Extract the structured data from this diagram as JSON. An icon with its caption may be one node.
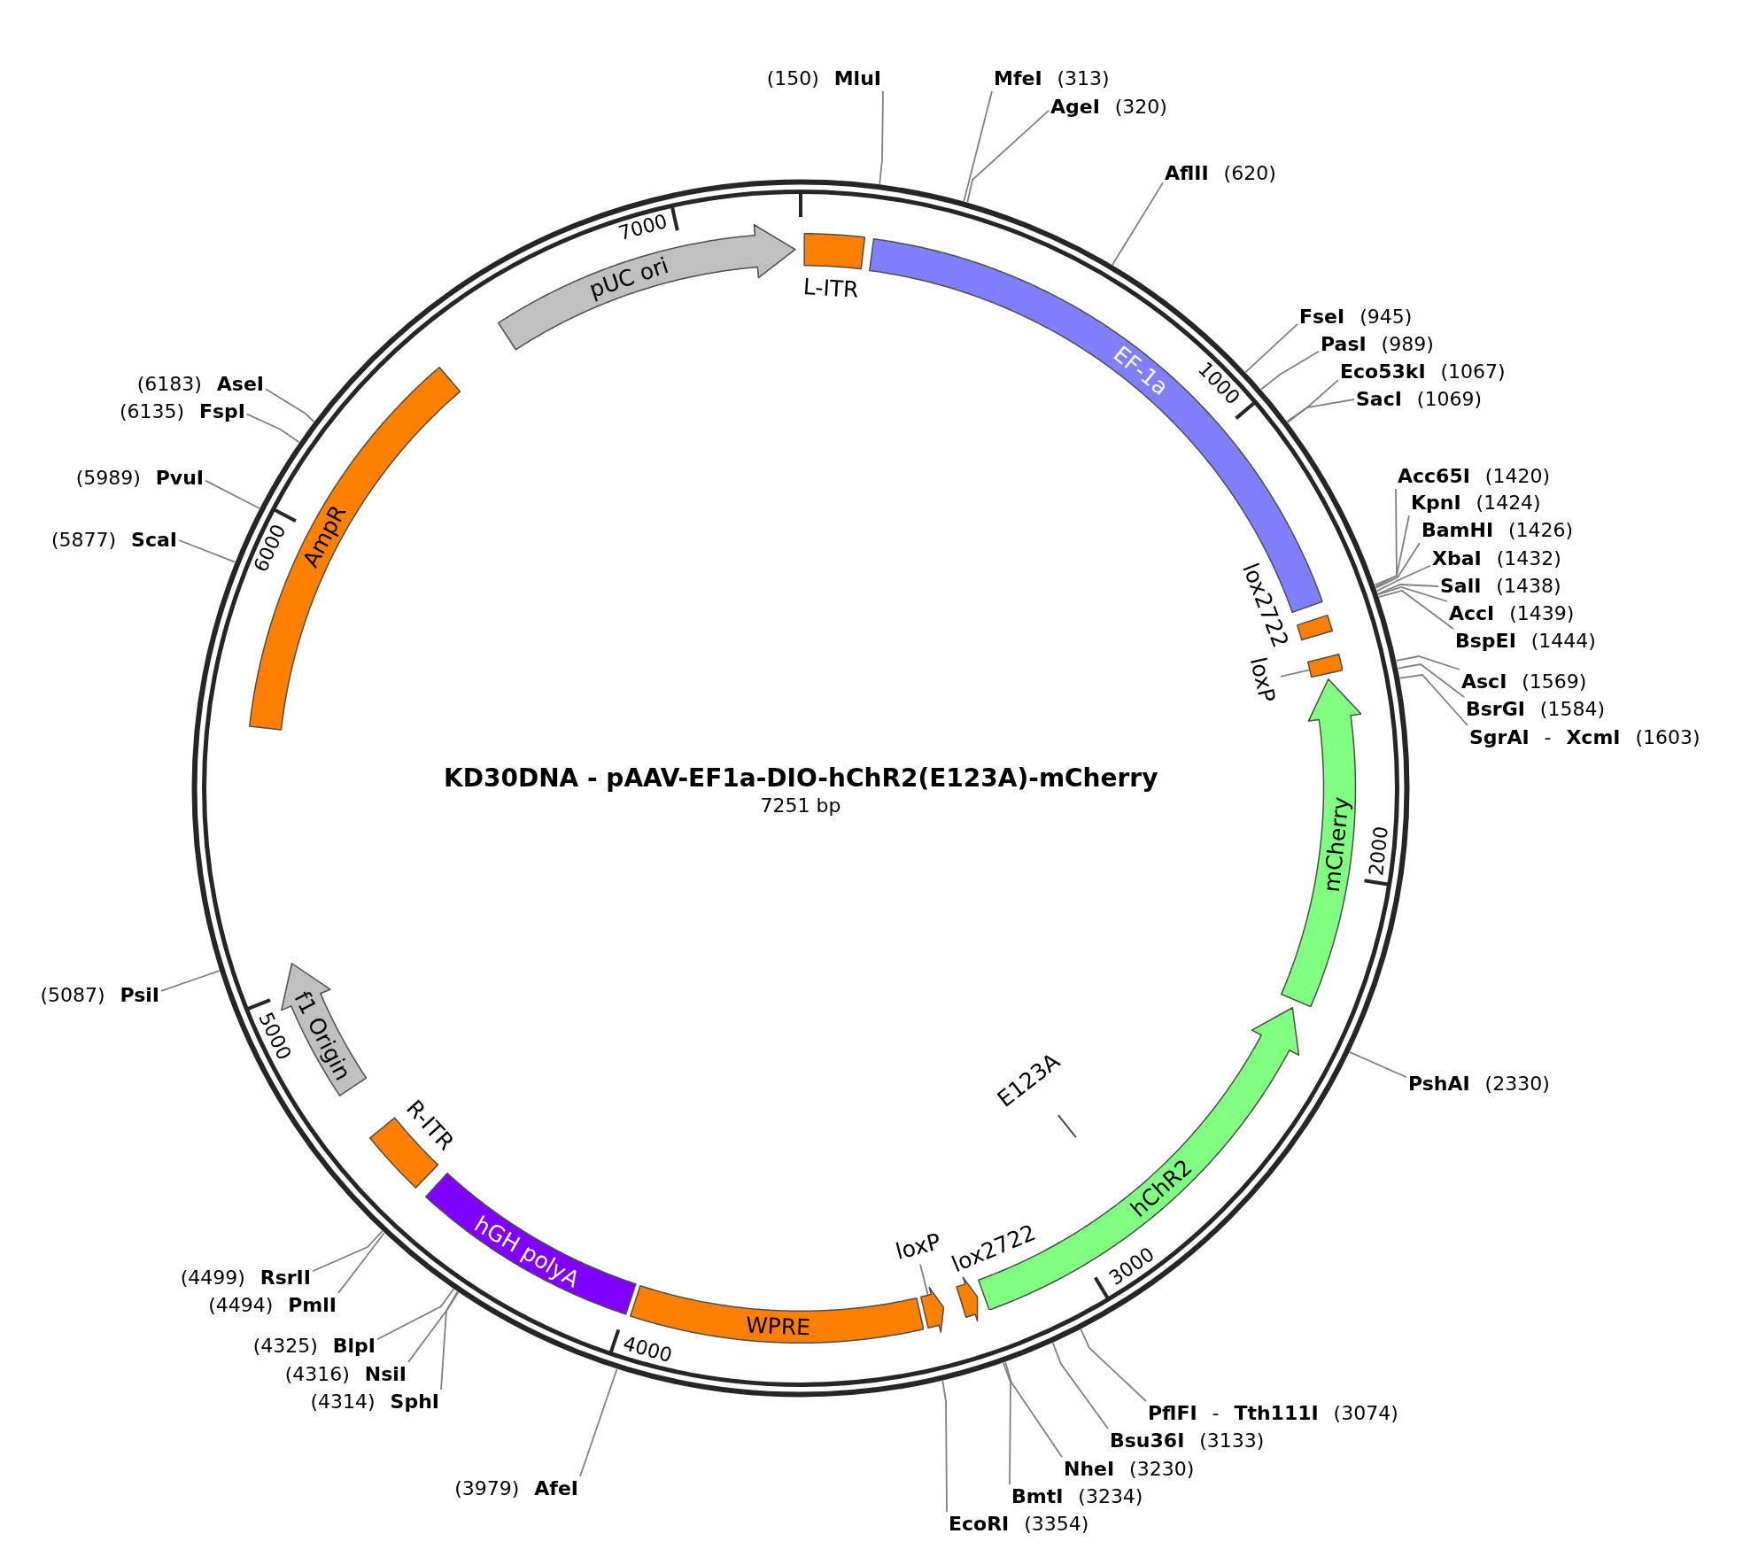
{
  "diagram": {
    "title": "KD30DNA - pAAV-EF1a-DIO-hChR2(E123A)-mCherry",
    "nodes": [
      {
        "text": [],
        "shape": "circle"
      },
      {
        "text": [
          "L-ITR"
        ],
        "in": 0
      },
      {
        "text": [
          "EF-1a"
        ],
        "in": 0
      },
      {
        "text": [
          "lox2722"
        ],
        "in": 0
      },
      {
        "text": [],
        "shape": "box",
        "in": 0
      },
      {
        "text": [
          "loxP"
        ],
        "in": 0
      },
      {
        "text": [
          "mCherry"
        ],
        "in": 0
      },
      {
        "text": [
          "hChR2"
        ],
        "in": 0
      },
      {
        "text": [
          "lox2722"
        ],
        "in": 0
      },
      {
        "text": [],
        "shape": "arrow",
        "in": 0
      },
      {
        "text": [
          "loxP"
        ],
        "in": 0
      },
      {
        "text": [
          "WPRE"
        ],
        "in": 0
      },
      {
        "text": [
          "hGH polyA"
        ],
        "in": 0
      },
      {
        "text": [
          "R-ITR"
        ],
        "in": 0
      },
      {
        "text": [
          "f1 Origin"
        ],
        "in": 0
      },
      {
        "text": [
          "AmpR"
        ],
        "in": 0
      },
      {
        "text": [
          "pUC ori"
        ],
        "in": 0
      },
      {
        "text": [
          "(150) **MluI**"
        ]
      },
      {
        "text": [
          "**MfeI** (313)"
        ]
      },
      {
        "text": [
          "**AgeI** (320)"
        ]
      },
      {
        "text": [
          "**AflII** (620)"
        ]
      },
      {
        "text": [
          "**FseI** (945)"
        ]
      },
      {
        "text": [
          "**PasI** (989)"
        ]
      },
      {
        "text": [
          "**Eco53kI** (1067)"
        ]
      },
      {
        "text": [
          "**SacI** (1069)"
        ]
      },
      {
        "text": [
          "**Acc65I** (1420)"
        ]
      },
      {
        "text": [
          "**KpnI** (1424)"
        ]
      },
      {
        "text": [
          "**BamHI** (1426)"
        ]
      },
      {
        "text": [
          "**XbaI** (1432)"
        ]
      },
      {
        "text": [
          "**SalI** (1438)"
        ]
      },
      {
        "text": [
          "**AccI** (1439)"
        ]
      },
      {
        "text": [
          "**BspEI** (1444)"
        ]
      },
      {
        "text": [
          "**AscI** (1569)"
        ]
      },
      {
        "text": [
          "**BsrGI** (1584)"
        ]
      },
      {
        "text": [
          "**SgrAI** - **XcmI** (1603)"
        ]
      },
      {
        "text": [
          "**PshAI** (2330)"
        ]
      },
      {
        "text": [
          "**PflFI** - **Tth111I** (3074)"
        ]
      },
      {
        "text": [
          "**Bsu36I** (3133)"
        ]
      },
      {
        "text": [
          "**NheI** (3230)"
        ]
      },
      {
        "text": [
          "**BmtI** (3234)"
        ]
      },
      {
        "text": [
          "**EcoRI** (3354)"
        ]
      },
      {
        "text": [
          "(3979) **AfeI**"
        ]
      },
      {
        "text": [
          "(4314) **SphI**"
        ]
      },
      {
        "text": [
          "(4316) **NsiI**"
        ]
      },
      {
        "text": [
          "(4325) **BlpI**"
        ]
      },
      {
        "text": [
          "(4494) **PmlI**"
        ]
      },
      {
        "text": [
          "(4499) **RsrII**"
        ]
      },
      {
        "text": [
          "(5087) **PsiI**"
        ]
      },
      {
        "text": [
          "(5877) **ScaI**"
        ]
      },
      {
        "text": [
          "(5989) **PvuI**"
        ]
      },
      {
        "text": [
          "(6135) **FspI**"
        ]
      },
      {
        "text": [
          "(6183) **AseI**"
        ]
      }
    ],
    "edges": [
      {
        "from": 17,
        "to": 0,
        "arrow": "none"
      },
      {
        "from": 18,
        "to": 0,
        "arrow": "none"
      },
      {
        "from": 19,
        "to": 0,
        "arrow": "none"
      },
      {
        "from": 20,
        "to": 0,
        "arrow": "none"
      },
      {
        "from": 21,
        "to": 0,
        "arrow": "none"
      },
      {
        "from": 22,
        "to": 0,
        "arrow": "none"
      },
      {
        "from": 23,
        "to": 0,
        "arrow": "none"
      },
      {
        "from": 24,
        "to": 0,
        "arrow": "none"
      },
      {
        "from": 25,
        "to": 0,
        "arrow": "none"
      },
      {
        "from": 26,
        "to": 0,
        "arrow": "none"
      },
      {
        "from": 27,
        "to": 0,
        "arrow": "none"
      },
      {
        "from": 28,
        "to": 0,
        "arrow": "none"
      },
      {
        "from": 29,
        "to": 0,
        "arrow": "none"
      },
      {
        "from": 30,
        "to": 0,
        "arrow": "none"
      },
      {
        "from": 31,
        "to": 0,
        "arrow": "none"
      },
      {
        "from": 32,
        "to": 0,
        "arrow": "none"
      },
      {
        "from": 33,
        "to": 0,
        "arrow": "none"
      },
      {
        "from": 34,
        "to": 0,
        "arrow": "none"
      },
      {
        "from": 35,
        "to": 0,
        "arrow": "none"
      },
      {
        "from": 36,
        "to": 0,
        "arrow": "none"
      },
      {
        "from": 37,
        "to": 0,
        "arrow": "none"
      },
      {
        "from": 38,
        "to": 0,
        "arrow": "none"
      },
      {
        "from": 39,
        "to": 0,
        "arrow": "none"
      },
      {
        "from": 40,
        "to": 0,
        "arrow": "none"
      },
      {
        "from": 41,
        "to": 0,
        "arrow": "none"
      },
      {
        "from": 42,
        "to": 0,
        "arrow": "none"
      },
      {
        "from": 43,
        "to": 0,
        "arrow": "none"
      },
      {
        "from": 44,
        "to": 0,
        "arrow": "none"
      },
      {
        "from": 45,
        "to": 0,
        "arrow": "none"
      },
      {
        "from": 46,
        "to": 0,
        "arrow": "none"
      },
      {
        "from": 47,
        "to": 0,
        "arrow": "none"
      },
      {
        "from": 48,
        "to": 0,
        "arrow": "none"
      },
      {
        "from": 49,
        "to": 0,
        "arrow": "none"
      },
      {
        "from": 50,
        "to": 0,
        "arrow": "none"
      },
      {
        "from": 51,
        "to": 0,
        "arrow": "none"
      },
      {
        "from": 5,
        "to": 4,
        "arrow": "none"
      },
      {
        "from": 10,
        "to": 9,
        "arrow": "none"
      }
    ],
    "labels": [
      "7251 bp",
      "1000",
      "2000",
      "3000",
      "4000",
      "5000",
      "6000",
      "7000",
      "E123A"
    ]
  }
}
